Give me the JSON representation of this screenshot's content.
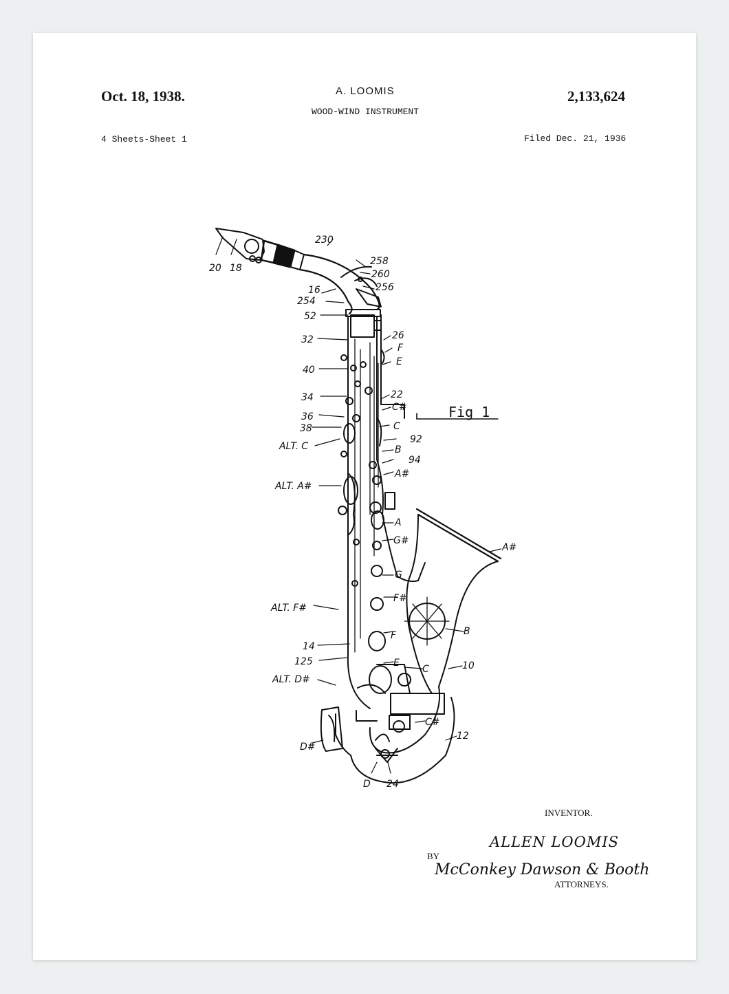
{
  "header": {
    "date": "Oct. 18, 1938.",
    "inventor_header": "A. LOOMIS",
    "title": "WOOD-WIND INSTRUMENT",
    "patent_number": "2,133,624",
    "sheets": "4 Sheets-Sheet 1",
    "filed": "Filed Dec. 21, 1936"
  },
  "figure_label": "Fig 1",
  "labels": {
    "l230": "230",
    "l20": "20",
    "l18": "18",
    "l258": "258",
    "l260": "260",
    "l256": "256",
    "l16": "16",
    "l254": "254",
    "l52": "52",
    "l32": "32",
    "l26": "26",
    "lF1": "F",
    "lE1": "E",
    "l40": "40",
    "l22": "22",
    "l34": "34",
    "lCs1": "C#",
    "l36": "36",
    "l38": "38",
    "lC1": "C",
    "lALTC": "ALT. C",
    "l92": "92",
    "lB1": "B",
    "l94": "94",
    "lAs1": "A#",
    "lALTAs": "ALT. A#",
    "lA1": "A",
    "lAs2": "A#",
    "lGs": "G#",
    "lG": "G",
    "lALTFs": "ALT. F#",
    "lFs": "F#",
    "lB2": "B",
    "l14": "14",
    "lF2": "F",
    "l125": "125",
    "lE2": "E",
    "lC2": "C",
    "l10": "10",
    "lALTDs": "ALT. D#",
    "lCs2": "C#",
    "l12": "12",
    "lDs": "D#",
    "lD": "D",
    "l24": "24"
  },
  "footer": {
    "inventor_label": "INVENTOR.",
    "inventor_name": "ALLEN LOOMIS",
    "by": "BY",
    "attorneys_signature": "McConkey Dawson & Booth",
    "attorneys_label": "ATTORNEYS."
  }
}
